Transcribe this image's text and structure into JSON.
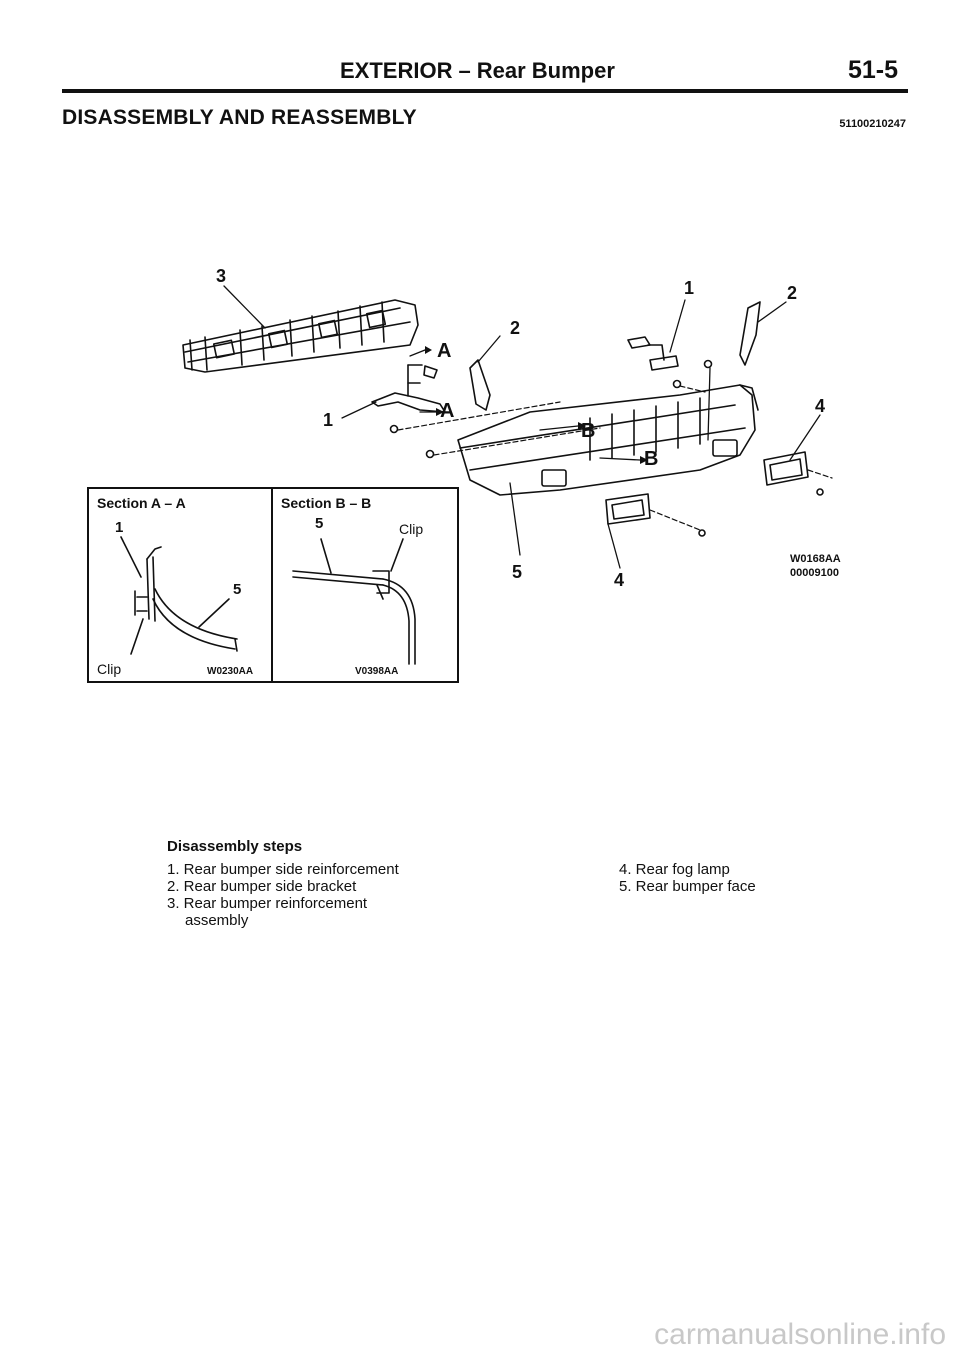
{
  "header": {
    "section": "EXTERIOR",
    "separator": "–",
    "subsection": "Rear Bumper",
    "page_number": "51-5"
  },
  "title": "DISASSEMBLY AND REASSEMBLY",
  "doc_number": "51100210247",
  "diagram": {
    "callouts": {
      "c3": "3",
      "c2_mid": "2",
      "c1_left": "1",
      "c1_right": "1",
      "c2_right": "2",
      "c4_right": "4",
      "c5_bottom": "5",
      "c4_bottom": "4"
    },
    "section_letters": {
      "a_upper": "A",
      "a_lower": "A",
      "b_upper": "B",
      "b_lower": "B"
    },
    "figure_codes": [
      "W0168AA",
      "00009100"
    ]
  },
  "section_a": {
    "title": "Section A – A",
    "label_1": "1",
    "label_5": "5",
    "clip": "Clip",
    "code": "W0230AA"
  },
  "section_b": {
    "title": "Section B – B",
    "label_5": "5",
    "clip": "Clip",
    "code": "V0398AA"
  },
  "steps": {
    "title": "Disassembly steps",
    "left": [
      "1. Rear bumper side reinforcement",
      "2. Rear bumper side bracket",
      "3. Rear bumper reinforcement",
      "assembly"
    ],
    "right": [
      "4. Rear fog lamp",
      "5. Rear bumper face"
    ]
  },
  "watermark": "carmanualsonline.info"
}
